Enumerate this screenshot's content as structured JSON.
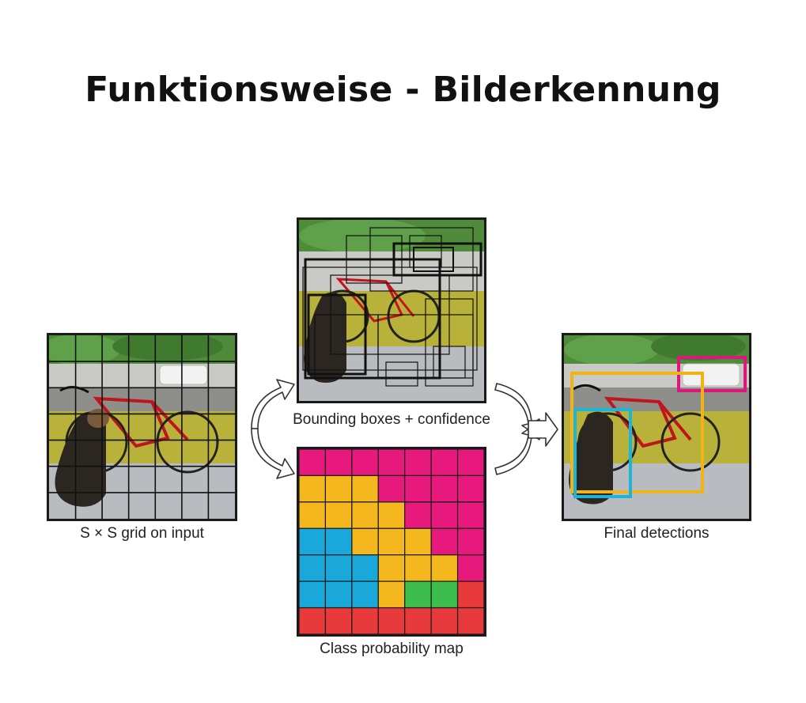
{
  "title": "Funktionsweise - Bilderkennung",
  "panels": {
    "input": {
      "caption": "S × S grid on input"
    },
    "boxes": {
      "caption": "Bounding boxes + confidence"
    },
    "classmap": {
      "caption": "Class probability map",
      "cells": [
        [
          "m",
          "m",
          "m",
          "m",
          "m",
          "m",
          "m"
        ],
        [
          "y",
          "y",
          "y",
          "m",
          "m",
          "m",
          "m"
        ],
        [
          "y",
          "y",
          "y",
          "y",
          "m",
          "m",
          "m"
        ],
        [
          "c",
          "c",
          "y",
          "y",
          "y",
          "m",
          "m"
        ],
        [
          "c",
          "c",
          "c",
          "y",
          "y",
          "y",
          "m"
        ],
        [
          "c",
          "c",
          "c",
          "y",
          "g",
          "g",
          "r"
        ],
        [
          "r",
          "r",
          "r",
          "r",
          "r",
          "r",
          "r"
        ]
      ],
      "colors": {
        "m": "#e8197d",
        "y": "#f4b81e",
        "c": "#1aa7d9",
        "g": "#3dbd4b",
        "r": "#e83a3a"
      }
    },
    "final": {
      "caption": "Final detections"
    }
  },
  "detection_colors": {
    "car": "#e0177a",
    "bicycle": "#f2b318",
    "dog": "#1cb4d8"
  }
}
